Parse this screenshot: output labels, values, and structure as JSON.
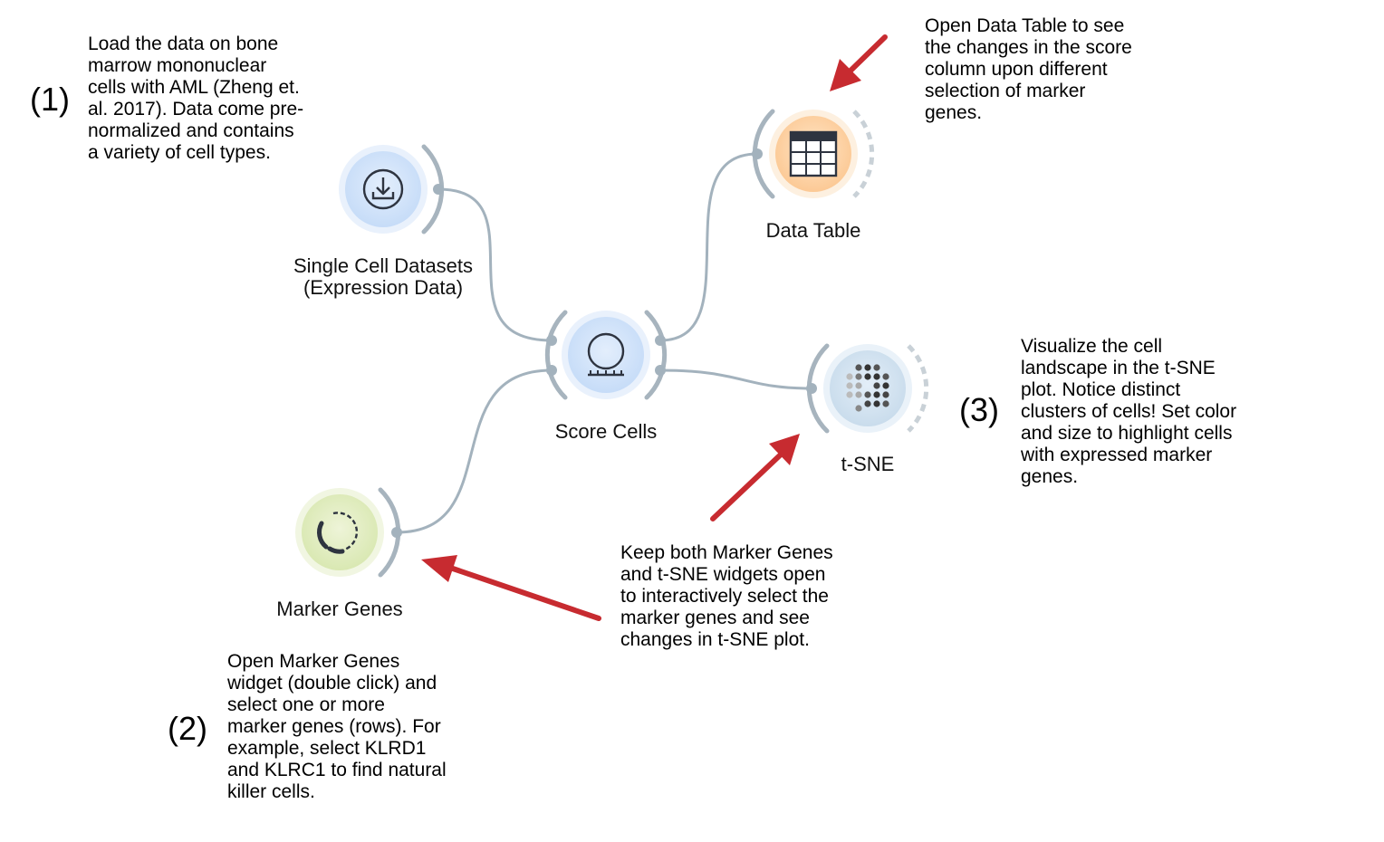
{
  "widgets": {
    "single_cell_datasets": {
      "label_line1": "Single Cell Datasets",
      "label_line2": "(Expression Data)",
      "icon": "download-icon",
      "color": "#d8e6fa"
    },
    "score_cells": {
      "label": "Score Cells",
      "icon": "score-cells-icon",
      "color": "#d8e6fa"
    },
    "data_table": {
      "label": "Data Table",
      "icon": "table-icon",
      "color": "#ffd8ae"
    },
    "tsne": {
      "label": "t-SNE",
      "icon": "tsne-dots-icon",
      "color": "#d6e6f4"
    },
    "marker_genes": {
      "label": "Marker Genes",
      "icon": "marker-genes-icon",
      "color": "#e6efc8"
    }
  },
  "notes": {
    "step1_number": "(1)",
    "step1_text": "Load the data on bone\nmarrow mononuclear\ncells with AML (Zheng et.\nal. 2017). Data come pre-\nnormalized and contains\na variety of cell types.",
    "data_table_text": "Open Data Table to see\nthe changes in the score\ncolumn upon different\nselection of marker\ngenes.",
    "step3_number": "(3)",
    "step3_text": "Visualize the cell\nlandscape in the t-SNE\nplot. Notice distinct\nclusters of cells! Set color\nand size to highlight cells\nwith expressed marker\ngenes.",
    "step2_number": "(2)",
    "step2_text": "Open Marker Genes\nwidget (double click) and\nselect one or more\nmarker genes (rows). For\nexample, select KLRD1\nand KLRC1 to find natural\nkiller cells.",
    "keep_open_text": "Keep both Marker Genes\nand t-SNE widgets open\nto interactively select the\nmarker genes and see\nchanges in t-SNE plot."
  },
  "colors": {
    "link": "#9fb0bc",
    "channel": "#a7b4be",
    "arrow": "#c72b30"
  }
}
